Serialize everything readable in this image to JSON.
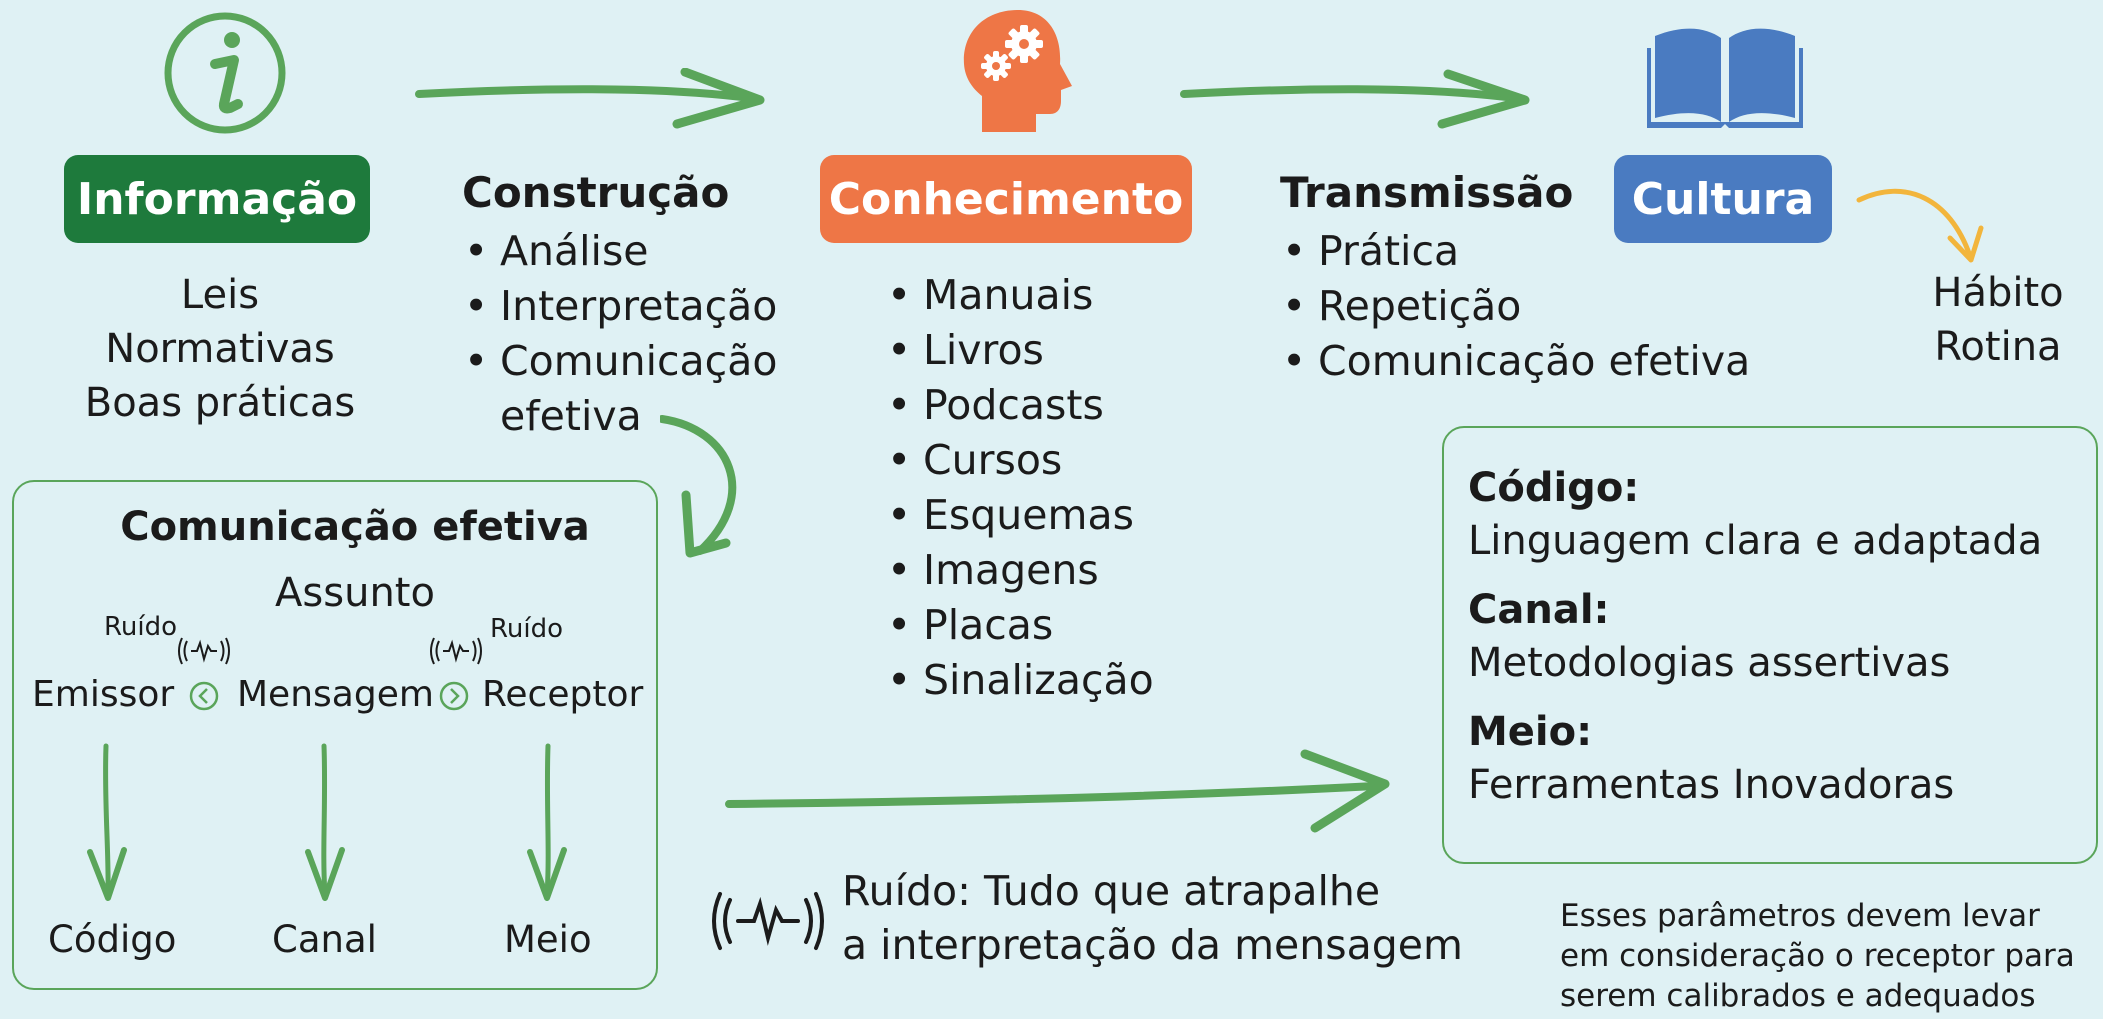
{
  "stages": {
    "informacao": {
      "label": "Informação",
      "color": "#1e7a3c",
      "icon": "info-icon",
      "items": [
        "Leis",
        "Normativas",
        "Boas práticas"
      ]
    },
    "construcao": {
      "title": "Construção",
      "items": [
        "Análise",
        "Interpretação",
        "Comunicação\nefetiva"
      ]
    },
    "conhecimento": {
      "label": "Conhecimento",
      "color": "#ee7646",
      "icon": "brain-gears-icon",
      "items": [
        "Manuais",
        "Livros",
        "Podcasts",
        "Cursos",
        "Esquemas",
        "Imagens",
        "Placas",
        "Sinalização"
      ]
    },
    "transmissao": {
      "title": "Transmissão",
      "items": [
        "Prática",
        "Repetição",
        "Comunicação efetiva"
      ]
    },
    "cultura": {
      "label": "Cultura",
      "color": "#4a7bc1",
      "icon": "open-book-icon",
      "items": [
        "Hábito",
        "Rotina"
      ]
    }
  },
  "communication_box": {
    "title": "Comunicação efetiva",
    "subject": "Assunto",
    "noise_left": "Ruído",
    "noise_right": "Ruído",
    "sender": "Emissor",
    "message": "Mensagem",
    "receiver": "Receptor",
    "bottom": [
      "Código",
      "Canal",
      "Meio"
    ]
  },
  "noise_note": {
    "line1": "Ruído: Tudo que atrapalhe",
    "line2": "a interpretação da mensagem"
  },
  "parameters_box": {
    "items": [
      {
        "label": "Código:",
        "value": "Linguagem clara e adaptada"
      },
      {
        "label": "Canal:",
        "value": "Metodologias assertivas"
      },
      {
        "label": "Meio:",
        "value": "Ferramentas Inovadoras"
      }
    ]
  },
  "footnote": {
    "line1": "Esses parâmetros devem levar",
    "line2": "em consideração o receptor para",
    "line3": "serem calibrados e adequados"
  },
  "colors": {
    "background": "#dff1f4",
    "arrow_green": "#5aa55a",
    "arrow_orange": "#f2b53c"
  }
}
